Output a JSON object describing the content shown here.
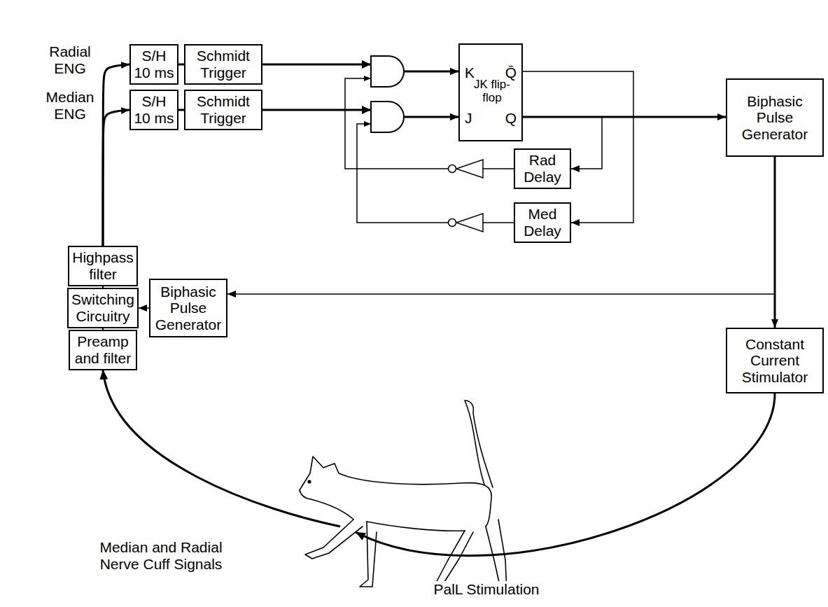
{
  "diagram": {
    "nodes": [
      {
        "text": [
          "S/H 10 ms"
        ]
      },
      {
        "text": [
          "Schmidt Trigger"
        ]
      },
      {
        "text": [
          "S/H 10 ms"
        ]
      },
      {
        "text": [
          "Schmidt Trigger"
        ]
      },
      {
        "text": [
          "JK flip-flop",
          "K",
          "Q̄",
          "J",
          "Q"
        ]
      },
      {
        "text": [
          "Biphasic Pulse Generator"
        ]
      },
      {
        "text": [
          "Rad Delay"
        ]
      },
      {
        "text": [
          "Med Delay"
        ]
      },
      {
        "text": [
          "Highpass filter"
        ]
      },
      {
        "text": [
          "Switching Circuitry"
        ]
      },
      {
        "text": [
          "Biphasic Pulse Generator"
        ]
      },
      {
        "text": [
          "Preamp and filter"
        ]
      },
      {
        "text": [
          "Constant Current Stimulator"
        ]
      }
    ],
    "edges": [
      {
        "from": 0,
        "to": 1,
        "arrow": "none"
      },
      {
        "from": 2,
        "to": 3,
        "arrow": "none"
      },
      {
        "from": 1,
        "to": 4,
        "arrow": "to"
      },
      {
        "from": 3,
        "to": 4,
        "arrow": "to"
      },
      {
        "from": 6,
        "to": 4,
        "arrow": "to"
      },
      {
        "from": 7,
        "to": 4,
        "arrow": "to"
      },
      {
        "from": 4,
        "to": 5,
        "arrow": "to"
      },
      {
        "from": 4,
        "to": 6,
        "arrow": "to"
      },
      {
        "from": 4,
        "to": 7,
        "arrow": "to"
      },
      {
        "from": 5,
        "to": 12,
        "arrow": "to"
      },
      {
        "from": 5,
        "to": 10,
        "arrow": "to"
      },
      {
        "from": 10,
        "to": 9,
        "arrow": "to"
      },
      {
        "from": 11,
        "to": 9,
        "arrow": "none"
      },
      {
        "from": 9,
        "to": 8,
        "arrow": "none"
      },
      {
        "from": 8,
        "to": 0,
        "arrow": "to"
      },
      {
        "from": 8,
        "to": 2,
        "arrow": "to"
      }
    ],
    "labels": [
      "Radial ENG",
      "Median ENG",
      "Median and Radial Nerve Cuff Signals",
      "PalL Stimulation"
    ]
  }
}
